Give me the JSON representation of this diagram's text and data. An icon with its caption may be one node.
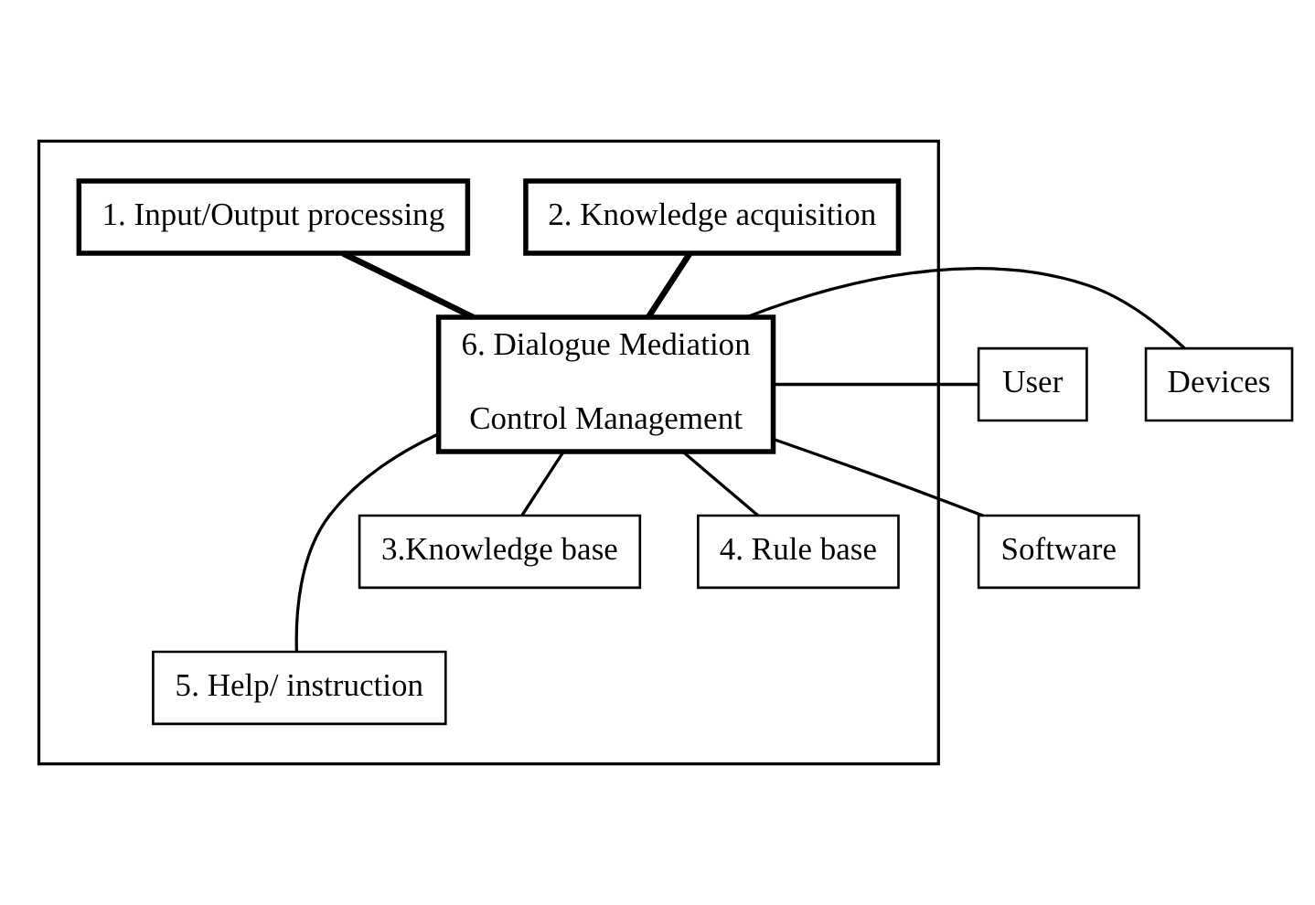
{
  "diagram": {
    "nodes": [
      {
        "text": [],
        "shape": "box"
      },
      {
        "text": [
          "1. Input/Output processing"
        ],
        "in": 0
      },
      {
        "text": [
          "2. Knowledge acquisition"
        ],
        "in": 0
      },
      {
        "text": [
          "6. Dialogue Mediation",
          "Control Management"
        ],
        "in": 0
      },
      {
        "text": [
          "User"
        ]
      },
      {
        "text": [
          "Devices"
        ]
      },
      {
        "text": [
          "Software"
        ]
      },
      {
        "text": [
          "3.Knowledge base"
        ],
        "in": 0
      },
      {
        "text": [
          "4. Rule base"
        ],
        "in": 0
      },
      {
        "text": [
          "5. Help/ instruction"
        ],
        "in": 0
      }
    ],
    "edges": [
      {
        "from": 1,
        "to": 3,
        "arrow": "none",
        "style": "thick"
      },
      {
        "from": 2,
        "to": 3,
        "arrow": "none",
        "style": "thick"
      },
      {
        "from": 4,
        "to": 3,
        "arrow": "none"
      },
      {
        "from": 3,
        "to": 5,
        "arrow": "none"
      },
      {
        "from": 3,
        "to": 6,
        "arrow": "none"
      },
      {
        "from": 3,
        "to": 7,
        "arrow": "none"
      },
      {
        "from": 3,
        "to": 8,
        "arrow": "none"
      },
      {
        "from": 3,
        "to": 9,
        "arrow": "none"
      }
    ]
  }
}
